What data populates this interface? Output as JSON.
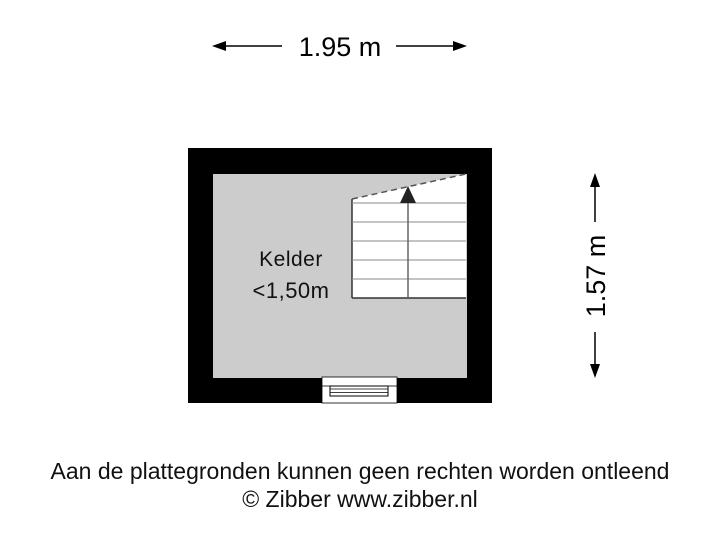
{
  "floorplan": {
    "dimensions": {
      "width_label": "1.95 m",
      "height_label": "1.57 m"
    },
    "rooms": [
      {
        "name": "Kelder",
        "height_note": "<1,50m"
      }
    ],
    "features": {
      "stairs": {
        "steps": 6,
        "direction": "up"
      },
      "window": {
        "position": "bottom-wall"
      }
    },
    "colors": {
      "wall": "#000000",
      "floor": "#cccccc",
      "stairs": "#ffffff",
      "background": "#ffffff"
    }
  },
  "footer": {
    "disclaimer": "Aan de plattegronden kunnen geen rechten worden ontleend",
    "copyright": "© Zibber www.zibber.nl"
  }
}
